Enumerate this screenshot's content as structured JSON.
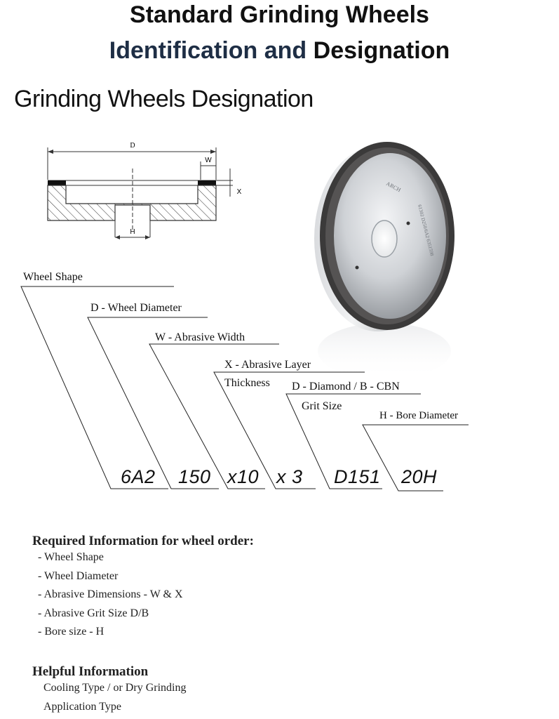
{
  "header": {
    "title_line1": "Standard Grinding Wheels",
    "title_line2_accent": "Identification and",
    "title_line2_plain": "Designation"
  },
  "section_heading": "Grinding Wheels Designation",
  "cross_section": {
    "dim_d": "D",
    "dim_w": "W",
    "dim_x": "X",
    "dim_h": "H"
  },
  "wheel_photo": {
    "engraving_brand": "ARCH",
    "engraving_text": "61302 D250/6A2 6351598"
  },
  "designation_labels": {
    "wheel_shape": "Wheel Shape",
    "wheel_diameter": "D  - Wheel Diameter",
    "abrasive_width": "W - Abrasive Width",
    "abrasive_layer": "X  - Abrasive Layer",
    "abrasive_layer_2": "Thickness",
    "grit_type": "D - Diamond / B - CBN",
    "grit_size": "Grit Size",
    "bore_diameter": "H - Bore Diameter"
  },
  "designation_code": {
    "shape": "6A2",
    "diameter": "150",
    "width": "x10",
    "thickness": "x 3",
    "grit": "D151",
    "bore": "20H"
  },
  "required_info": {
    "heading": "Required Information for wheel order:",
    "items": [
      "- Wheel Shape",
      "- Wheel Diameter",
      "- Abrasive Dimensions - W & X",
      "- Abrasive Grit Size D/B",
      "- Bore size - H"
    ]
  },
  "helpful_info": {
    "heading": "Helpful Information",
    "items": [
      "Cooling Type / or Dry Grinding",
      "Application Type"
    ]
  },
  "colors": {
    "accent_title": "#1e2e45",
    "text": "#111111"
  }
}
